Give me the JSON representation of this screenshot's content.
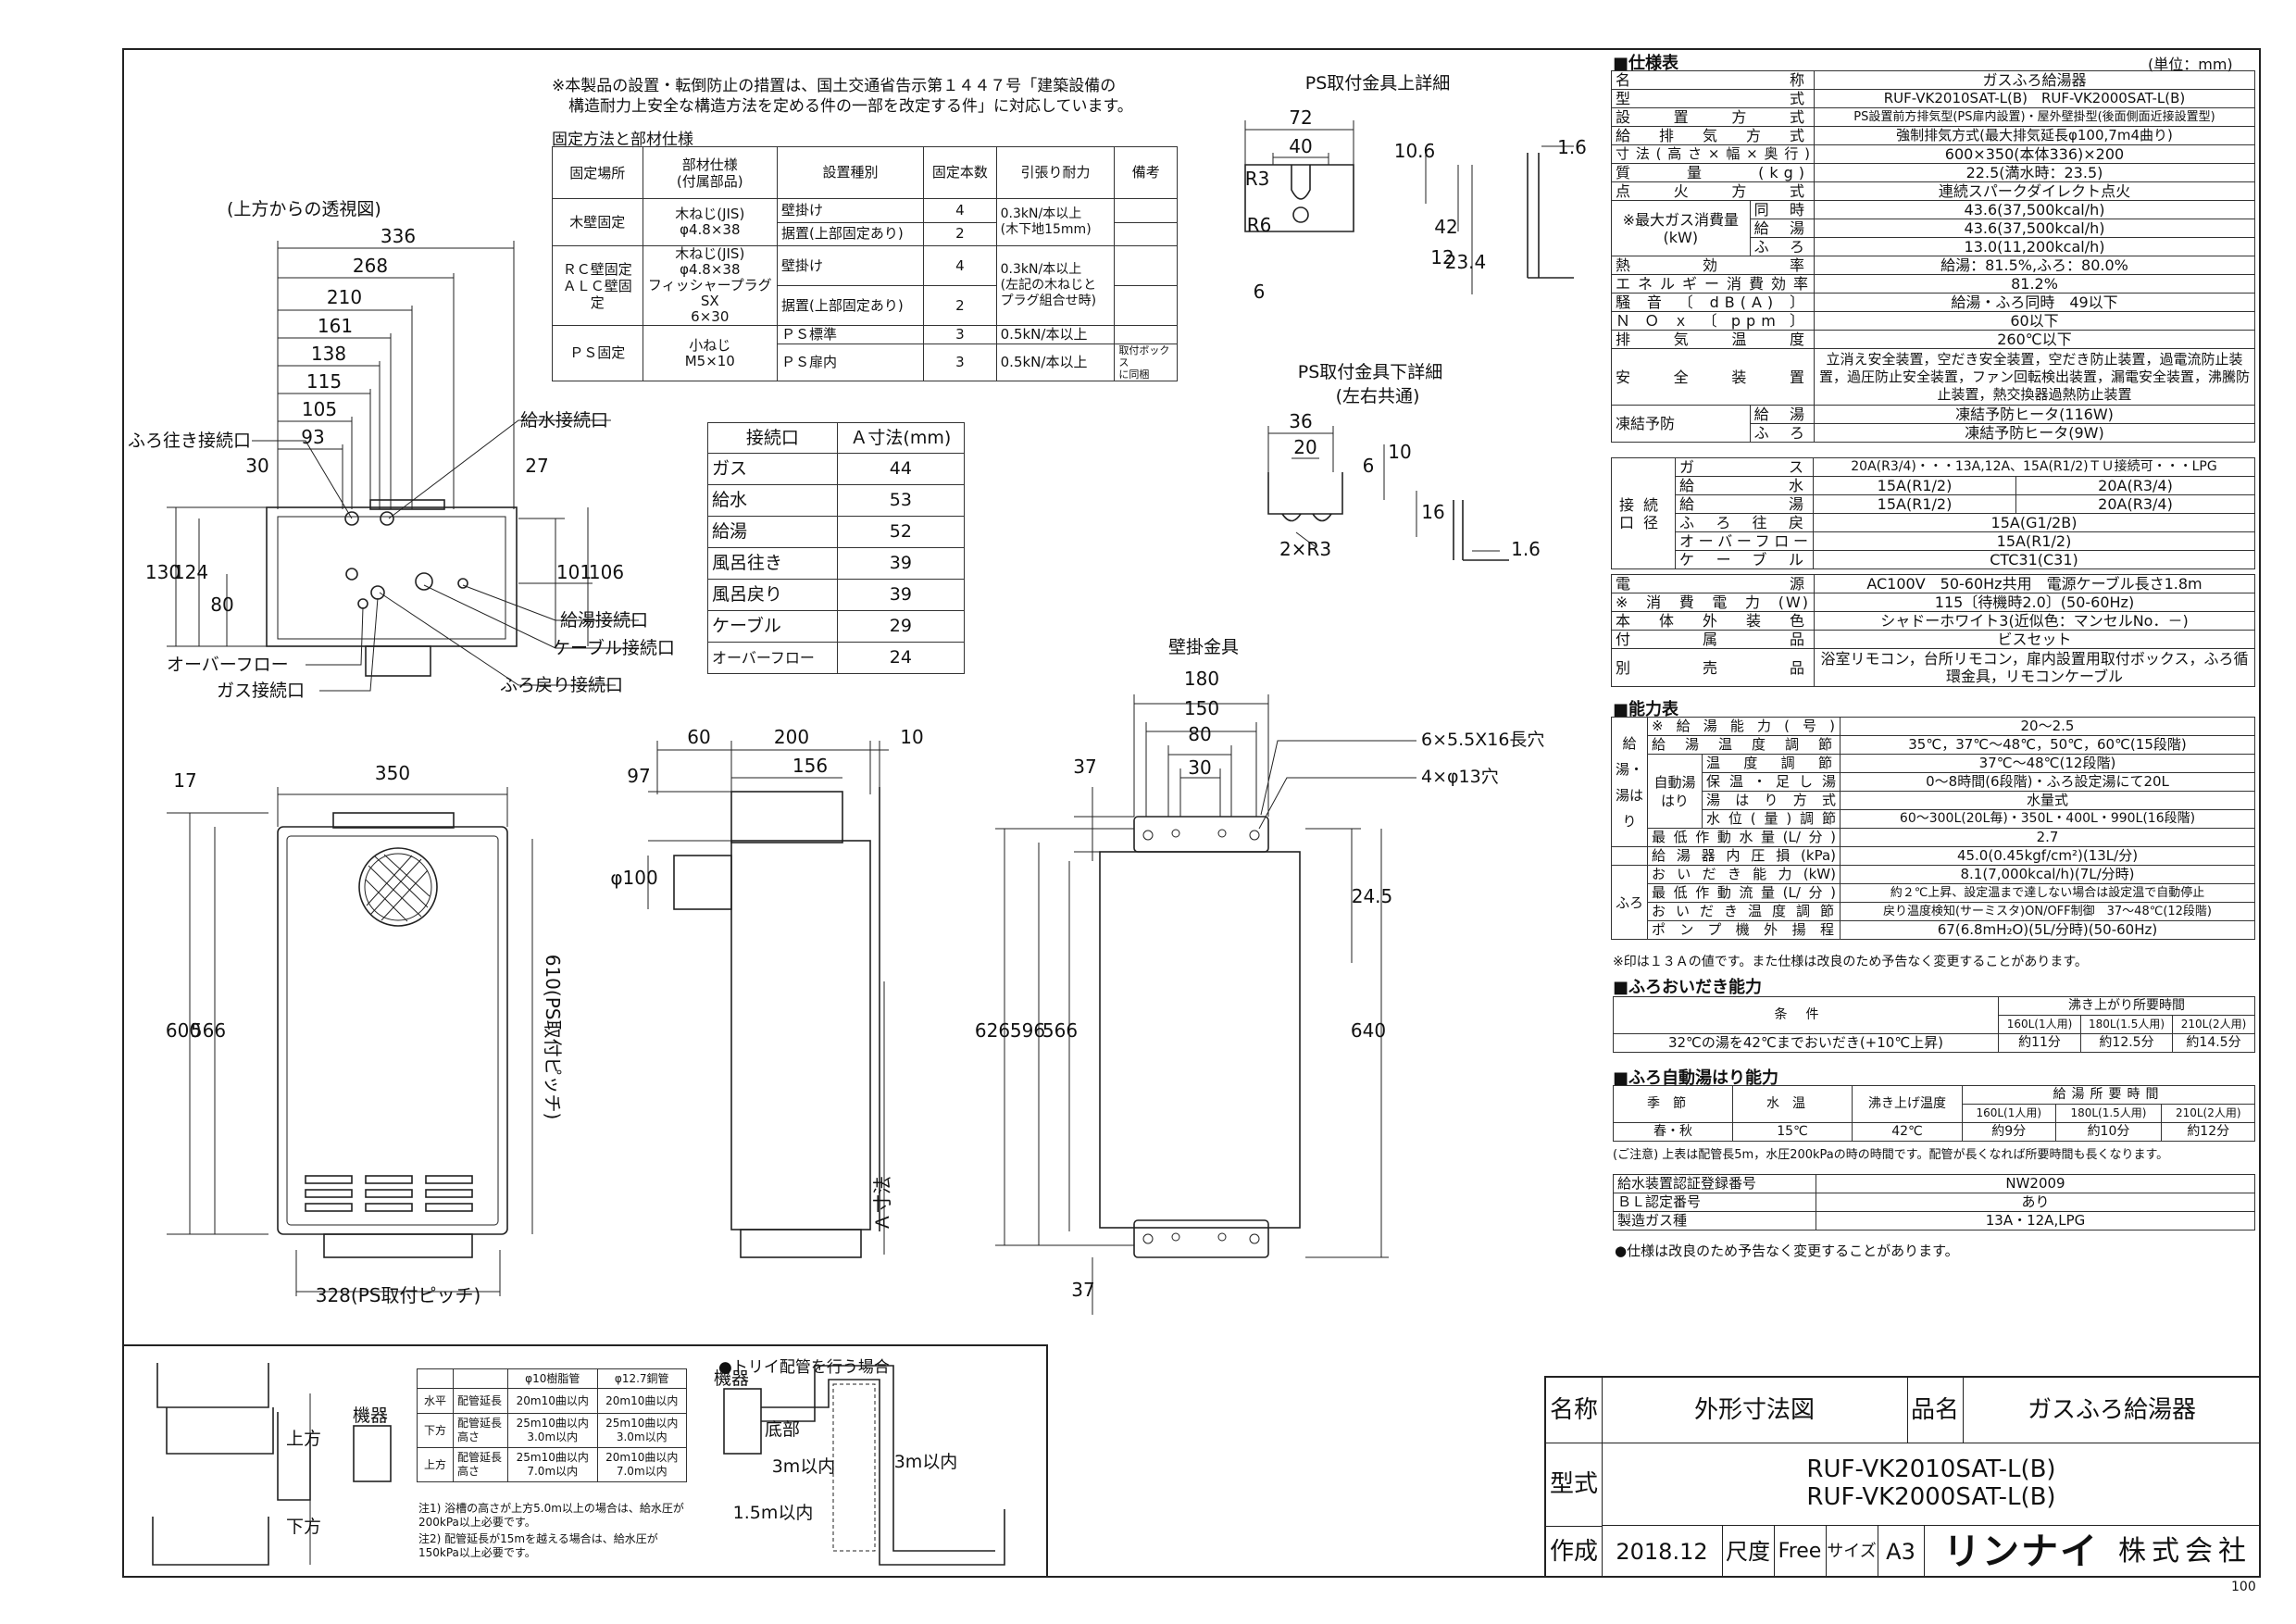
{
  "top_note": [
    "※本製品の設置・転倒防止の措置は、国土交通省告示第１４４７号「建築設備の",
    "構造耐力上安全な構造方法を定める件の一部を改定する件」に対応しています。"
  ],
  "fixing": {
    "title": "固定方法と部材仕様",
    "headers": [
      "固定場所",
      "部材仕様\n(付属部品)",
      "設置種別",
      "固定本数",
      "引張り耐力",
      "備考"
    ],
    "rows": [
      [
        "木壁固定",
        "木ねじ(JIS)\nφ4.8×38",
        "壁掛け",
        "4",
        "0.3kN/本以上\n(木下地15mm)",
        ""
      ],
      [
        "",
        "",
        "据置(上部固定あり)",
        "2",
        "",
        ""
      ],
      [
        "ＲＣ壁固定\nＡＬＣ壁固定",
        "木ねじ(JIS)\nφ4.8×38\nフィッシャープラグSX\n6×30",
        "壁掛け",
        "4",
        "0.3kN/本以上\n(左記の木ねじと\nプラグ組合せ時)",
        ""
      ],
      [
        "",
        "",
        "据置(上部固定あり)",
        "2",
        "",
        ""
      ],
      [
        "ＰＳ固定",
        "小ねじ\nM5×10",
        "ＰＳ標準",
        "3",
        "0.5kN/本以上",
        ""
      ],
      [
        "",
        "",
        "ＰＳ扉内",
        "3",
        "0.5kN/本以上",
        "取付ボックス\nに同梱"
      ]
    ]
  },
  "connection": {
    "headers": [
      "接続口",
      "Ａ寸法(mm)"
    ],
    "rows": [
      [
        "ガス",
        "44"
      ],
      [
        "給水",
        "53"
      ],
      [
        "給湯",
        "52"
      ],
      [
        "風呂往き",
        "39"
      ],
      [
        "風呂戻り",
        "39"
      ],
      [
        "ケーブル",
        "29"
      ],
      [
        "オーバーフロー",
        "24"
      ]
    ]
  },
  "labels": {
    "top_view": "(上方からの透視図)",
    "ps_upper": "PS取付金具上詳細",
    "ps_lower": "PS取付金具下詳細",
    "ps_lower_sub": "(左右共通)",
    "wall_bracket": "壁掛金具",
    "furo_iki": "ふろ往き接続口",
    "kyusui": "給水接続口",
    "kyuto": "給湯接続口",
    "cable": "ケーブル接続口",
    "overflow": "オーバーフロー",
    "gas": "ガス接続口",
    "furo_modori": "ふろ戻り接続口",
    "slot": "6×5.5X16長穴",
    "hole": "4×φ13穴",
    "pitch_h": "328(PS取付ピッチ)",
    "pitch_v": "610(PS取付ピッチ)",
    "a_dim": "Ａ寸法",
    "r3x2": "2×R3"
  },
  "dims": {
    "top": [
      "336",
      "268",
      "210",
      "161",
      "138",
      "115",
      "105",
      "93",
      "30",
      "27",
      "130",
      "124",
      "80",
      "101",
      "106"
    ],
    "front": [
      "350",
      "17",
      "600",
      "566"
    ],
    "side": [
      "60",
      "200",
      "10",
      "156",
      "97",
      "φ100"
    ],
    "wall": [
      "180",
      "150",
      "80",
      "30",
      "37",
      "24.5",
      "626",
      "596",
      "566",
      "640",
      "37"
    ],
    "ps_up": [
      "72",
      "40",
      "R3",
      "R6",
      "6",
      "10.6",
      "42",
      "23.4",
      "12",
      "1.6"
    ],
    "ps_low": [
      "36",
      "20",
      "6",
      "10",
      "16",
      "1.6"
    ]
  },
  "spec": {
    "title": "■仕様表",
    "unit": "(単位：mm)",
    "rows": [
      [
        "名称",
        "ガスふろ給湯器"
      ],
      [
        "型式",
        "RUF-VK2010SAT-L(B)　RUF-VK2000SAT-L(B)"
      ],
      [
        "設置方式",
        "PS設置前方排気型(PS扉内設置)・屋外壁掛型(後面側面近接設置型)"
      ],
      [
        "給排気方式",
        "強制排気方式(最大排気延長φ100,7m4曲り)"
      ],
      [
        "寸法(高さ×幅×奥行)",
        "600×350(本体336)×200"
      ],
      [
        "質量(kg)",
        "22.5(満水時：23.5)"
      ],
      [
        "点火方式",
        "連続スパークダイレクト点火"
      ]
    ],
    "gas_label": "※最大ガス消費量\n(kW)",
    "gas_rows": [
      [
        "同時",
        "43.6(37,500kcal/h)"
      ],
      [
        "給湯",
        "43.6(37,500kcal/h)"
      ],
      [
        "ふろ",
        "13.0(11,200kcal/h)"
      ]
    ],
    "rows2": [
      [
        "熱効率",
        "給湯：81.5%,ふろ：80.0%"
      ],
      [
        "エネルギー消費効率",
        "81.2%"
      ],
      [
        "騒音〔dB(A)〕",
        "給湯・ふろ同時　49以下"
      ],
      [
        "ＮＯｘ〔ppm〕",
        "60以下"
      ],
      [
        "排気温度",
        "260℃以下"
      ]
    ],
    "safety_label": "安全装置",
    "safety": "立消え安全装置，空だき安全装置，空だき防止装置，過電流防止装置，過圧防止安全装置，ファン回転検出装置，漏電安全装置，沸騰防止装置，熱交換器過熱防止装置",
    "freeze_label": "凍結予防",
    "freeze": [
      [
        "給湯",
        "凍結予防ヒータ(116W)"
      ],
      [
        "ふろ",
        "凍結予防ヒータ(9W)"
      ]
    ],
    "conn_label": "接続口径",
    "conn": [
      [
        "ガス",
        "20A(R3/4)・・・13A,12A、15A(R1/2)ＴＵ接続可・・・LPG"
      ],
      [
        "給水",
        "15A(R1/2)",
        "20A(R3/4)"
      ],
      [
        "給湯",
        "15A(R1/2)",
        "20A(R3/4)"
      ],
      [
        "ふろ往戻",
        "15A(G1/2B)"
      ],
      [
        "オーバーフロー",
        "15A(R1/2)"
      ],
      [
        "ケーブル",
        "CTC31(C31)"
      ]
    ],
    "rows3": [
      [
        "電源",
        "AC100V　50-60Hz共用　電源ケーブル長さ1.8m"
      ],
      [
        "※消費電力(W)",
        "115〔待機時2.0〕(50-60Hz)"
      ],
      [
        "本体外装色",
        "シャドーホワイト3(近似色：マンセルNo．－)"
      ],
      [
        "付属品",
        "ビスセット"
      ],
      [
        "別売品",
        "浴室リモコン，台所リモコン，扉内設置用取付ボックス，ふろ循環金具，リモコンケーブル"
      ]
    ]
  },
  "ability": {
    "title": "■能力表",
    "rows": [
      [
        "※給湯能力(号)",
        "20～2.5"
      ],
      [
        "給湯温度調節",
        "35℃，37℃～48℃，50℃，60℃(15段階)"
      ],
      [
        "温度調節",
        "37℃～48℃(12段階)"
      ],
      [
        "保温・足し湯",
        "0～8時間(6段階)・ふろ設定湯にて20L"
      ],
      [
        "湯はり方式",
        "水量式"
      ],
      [
        "水位(量)調節",
        "60～300L(20L毎)・350L・400L・990L(16段階)"
      ],
      [
        "最低作動水量(L/分)",
        "2.7"
      ],
      [
        "給湯器内圧損(kPa)",
        "45.0(0.45kgf/cm²)(13L/分)"
      ],
      [
        "おいだき能力(kW)",
        "8.1(7,000kcal/h)(7L/分時)"
      ],
      [
        "最低作動流量(L/分)",
        "約２℃上昇、設定温まで達しない場合は設定温で自動停止"
      ],
      [
        "おいだき温度調節",
        "戻り温度検知(サーミスタ)ON/OFF制御　37～48℃(12段階)"
      ],
      [
        "ポンプ機外揚程",
        "67(6.8mH₂O)(5L/分時)(50-60Hz)"
      ]
    ],
    "side1": "給湯・湯はり",
    "auto": "自動湯はり",
    "side2": "ふろ",
    "note": "※印は１３Ａの値です。また仕様は改良のため予告なく変更することがあります。"
  },
  "oidaki": {
    "title": "■ふろおいだき能力",
    "cond": "条件",
    "time": "沸き上がり所要時間",
    "cols": [
      "160L(1人用)",
      "180L(1.5人用)",
      "210L(2人用)"
    ],
    "row": [
      "32℃の湯を42℃までおいだき(+10℃上昇)",
      "約11分",
      "約12.5分",
      "約14.5分"
    ]
  },
  "auto_fill": {
    "title": "■ふろ自動湯はり能力",
    "headers": [
      "季節",
      "水温",
      "沸き上げ温度",
      "給湯所要時間"
    ],
    "cols": [
      "160L(1人用)",
      "180L(1.5人用)",
      "210L(2人用)"
    ],
    "row": [
      "春・秋",
      "15℃",
      "42℃",
      "約9分",
      "約10分",
      "約12分"
    ],
    "note": "(ご注意) 上表は配管長5m，水圧200kPaの時の時間です。配管が長くなれば所要時間も長くなります。"
  },
  "cert": [
    [
      "給水装置認証登録番号",
      "NW2009"
    ],
    [
      "ＢＬ認定番号",
      "あり"
    ],
    [
      "製造ガス種",
      "13A・12A,LPG"
    ]
  ],
  "cert_note": "●仕様は改良のため予告なく変更することがあります。",
  "piping": {
    "headers": [
      "",
      "",
      "φ10樹脂管",
      "φ12.7銅管"
    ],
    "rows": [
      [
        "水平",
        "配管延長",
        "20m10曲以内",
        "20m10曲以内"
      ],
      [
        "下方",
        "配管延長\n高さ",
        "25m10曲以内\n3.0m以内",
        "25m10曲以内\n3.0m以内"
      ],
      [
        "上方",
        "配管延長\n高さ",
        "25m10曲以内\n7.0m以内",
        "20m10曲以内\n7.0m以内"
      ]
    ],
    "notes": [
      "注1) 浴槽の高さが上方5.0m以上の場合は、給水圧が200kPa以上必要です。",
      "注2) 配管延長が15mを越える場合は、給水圧が150kPa以上必要です。"
    ],
    "torii": "●トリイ配管を行う場合",
    "kiki": "機器",
    "ue": "上方",
    "shita": "下方",
    "teibu": "底部",
    "m3": "3m以内",
    "m15": "1.5m以内"
  },
  "title_block": {
    "name_l": "名称",
    "name": "外形寸法図",
    "hinmei_l": "品名",
    "hinmei": "ガスふろ給湯器",
    "model_l": "型式",
    "model1": "RUF-VK2010SAT-L(B)",
    "model2": "RUF-VK2000SAT-L(B)",
    "made_l": "作成",
    "date": "2018.12",
    "scale_l": "尺度",
    "scale": "Free",
    "size_l": "サイズ",
    "size": "A3",
    "company": "リンナイ",
    "kk": "株式会社"
  },
  "page_no": "100"
}
